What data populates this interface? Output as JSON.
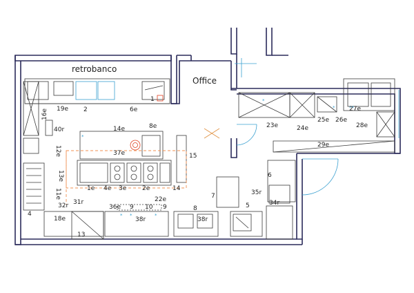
{
  "rooms": {
    "retrobanco": "retrobanco",
    "office": "Office"
  },
  "labels": {
    "l1": "1",
    "l2": "2",
    "l4": "4",
    "l5": "5",
    "l6": "6",
    "l7": "7",
    "l8": "8",
    "l9a": "9",
    "l9b": "9",
    "l10": "10",
    "l13": "13",
    "l14": "14",
    "l15": "15",
    "l19e": "19e",
    "l6e": "6e",
    "l14e": "14e",
    "l8e": "8e",
    "l37e": "37e",
    "l1e": "1e",
    "l4e": "4e",
    "l3e": "3e",
    "l2e": "2e",
    "l22e": "22e",
    "l40r": "40r",
    "l16e": "16e",
    "l12e": "12e",
    "l13e": "13e",
    "l11e": "11e",
    "l32r": "32r",
    "l31r": "31r",
    "l36e": "36e",
    "l18e": "18e",
    "l38r_a": "38r",
    "l38r_b": "38r",
    "l35r": "35r",
    "l34r": "34r",
    "l23e": "23e",
    "l24e": "24e",
    "l25e": "25e",
    "l26e": "26e",
    "l27e": "27e",
    "l28e": "28e",
    "l29e": "29e"
  },
  "colors": {
    "wall": "#2a2a5a",
    "line": "#3a3a3a",
    "accent_red": "#e04020",
    "accent_blue": "#3aa0d0",
    "dash_orange": "#f09050"
  }
}
